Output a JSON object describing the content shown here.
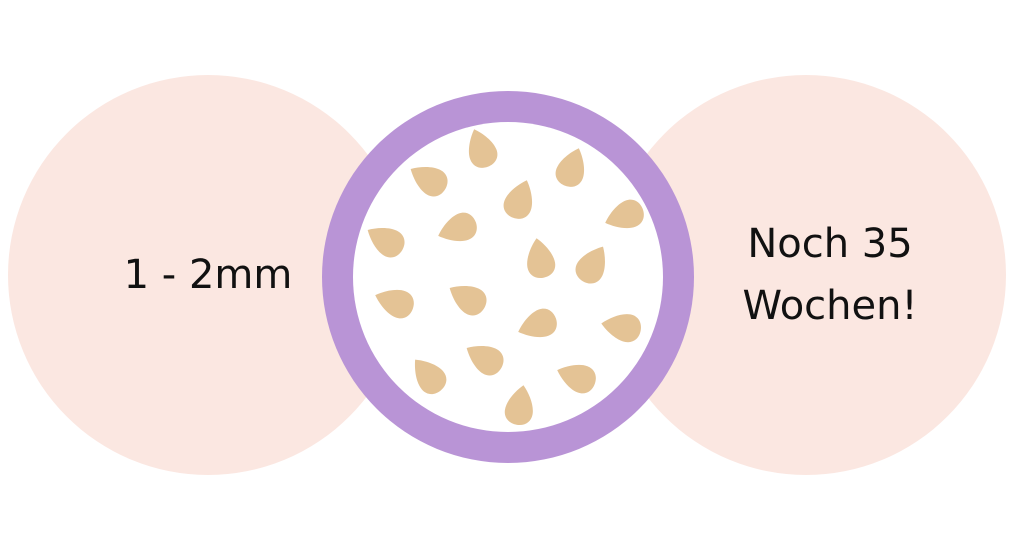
{
  "left_circle": {
    "text": "1 - 2mm"
  },
  "right_circle": {
    "line1": "Noch 35",
    "line2": "Wochen!"
  },
  "center_circle": {
    "content": "seeds-illustration"
  },
  "colors": {
    "side_circle_fill": "#fbe7e1",
    "ring": "#b994d6",
    "inner": "#ffffff",
    "seed": "#e4c395",
    "text": "#111111"
  }
}
